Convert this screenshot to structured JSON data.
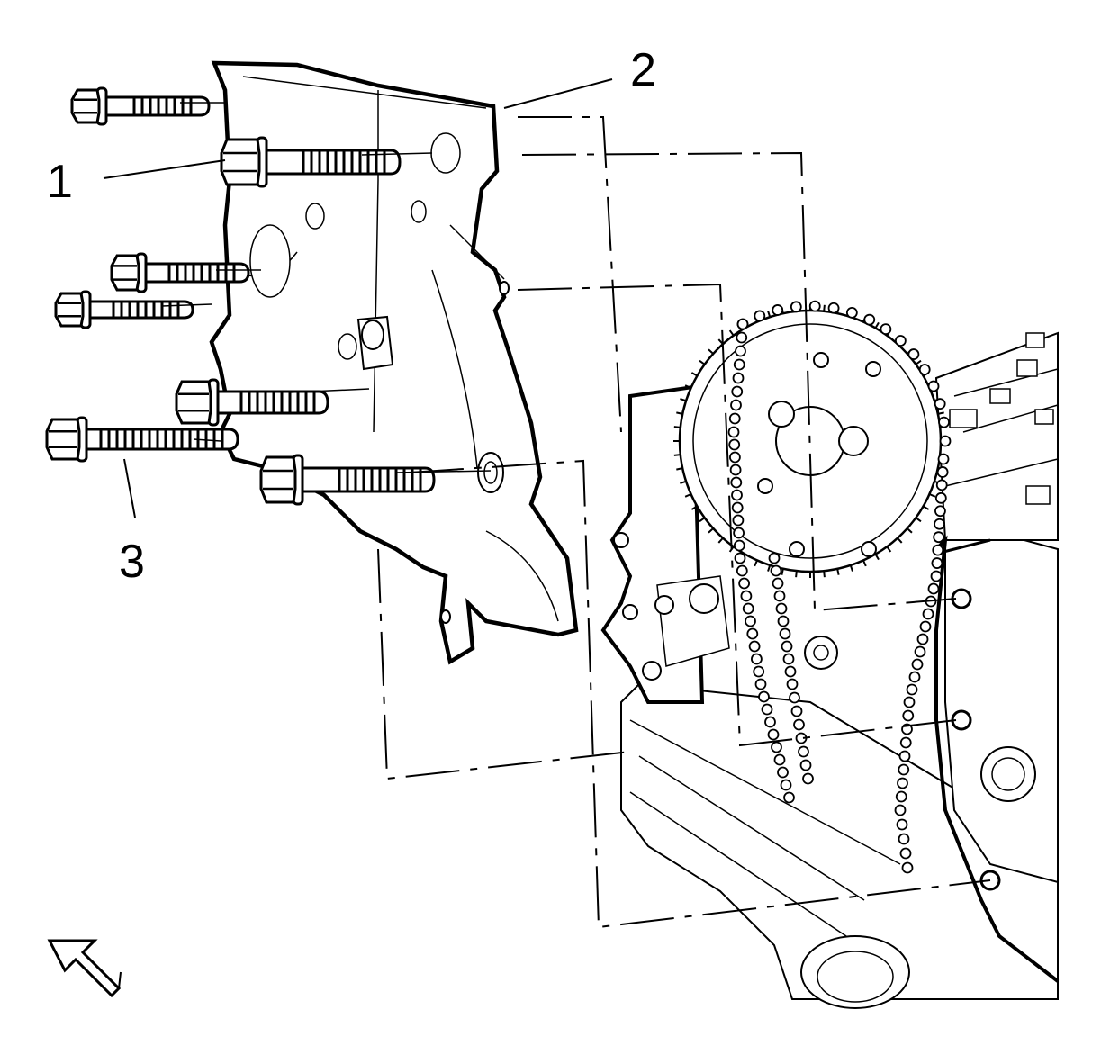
{
  "diagram": {
    "callouts": [
      {
        "id": "1",
        "label": "1"
      },
      {
        "id": "2",
        "label": "2"
      },
      {
        "id": "3",
        "label": "3"
      }
    ],
    "colors": {
      "line": "#000000",
      "background": "#ffffff"
    },
    "icons": [
      "hex-bolt-icon",
      "view-direction-arrow-icon"
    ]
  }
}
